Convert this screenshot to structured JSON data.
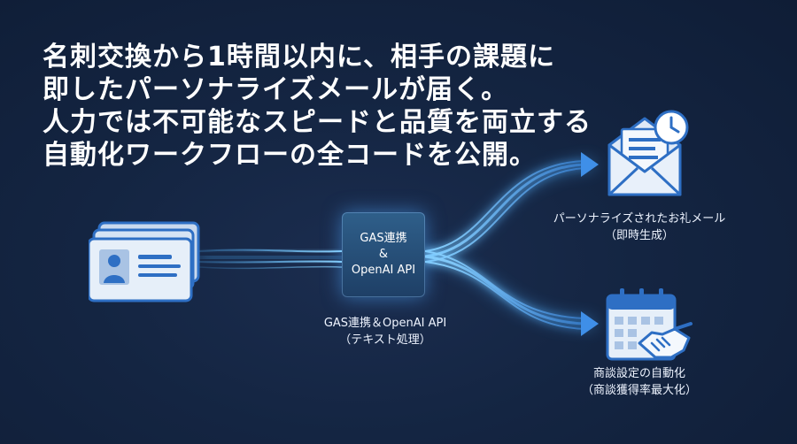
{
  "headline": {
    "lines": [
      "名刺交換から1時間以内に、相手の課題に",
      "即したパーソナライズメールが届く。",
      "人力では不可能なスピードと品質を両立する",
      "自動化ワークフローの全コードを公開。"
    ]
  },
  "hub": {
    "line1": "GAS連携",
    "line2": "&",
    "line3": "OpenAI API"
  },
  "process_caption": {
    "line1": "GAS連携＆OpenAI API",
    "line2": "（テキスト処理）"
  },
  "outputs": {
    "email": {
      "line1": "パーソナライズされたお礼メール",
      "line2": "（即時生成）"
    },
    "meeting": {
      "line1": "商談設定の自動化",
      "line2": "（商談獲得率最大化）"
    }
  },
  "icons": {
    "input": "business-card-stack-icon",
    "email": "envelope-clock-icon",
    "meeting": "calendar-handshake-icon"
  },
  "colors": {
    "background": "#142542",
    "glow": "#4fb3ff",
    "arrow": "#3f8fe8",
    "card_fill": "#e3edf8",
    "icon_blue": "#2e6fc4"
  }
}
